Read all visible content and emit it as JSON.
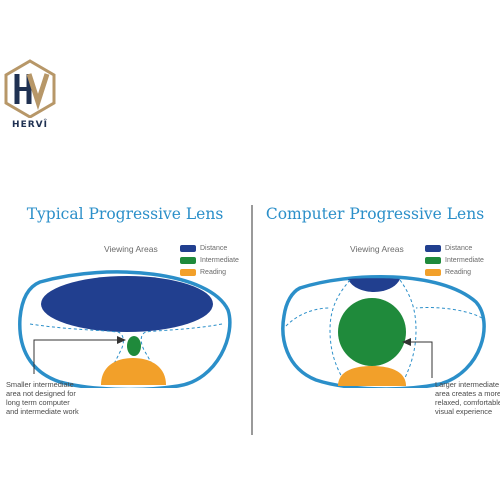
{
  "brand": {
    "name": "HERVÎ"
  },
  "colors": {
    "distance": "#213f8f",
    "intermediate": "#1f8a3b",
    "reading": "#f2a02a",
    "title": "#2b8fc9",
    "lens_outline": "#2b8fc9",
    "logo_gold": "#b79768",
    "logo_navy": "#1f3152"
  },
  "left": {
    "title": "Typical Progressive Lens",
    "viewing_areas_label": "Viewing Areas",
    "legend": [
      {
        "label": "Distance",
        "color": "#213f8f"
      },
      {
        "label": "Intermediate",
        "color": "#1f8a3b"
      },
      {
        "label": "Reading",
        "color": "#f2a02a"
      }
    ],
    "note": [
      "Smaller intermediate",
      "area not designed for",
      "long term computer",
      "and intermediate work"
    ]
  },
  "right": {
    "title": "Computer Progressive Lens",
    "viewing_areas_label": "Viewing Areas",
    "legend": [
      {
        "label": "Distance",
        "color": "#213f8f"
      },
      {
        "label": "Intermediate",
        "color": "#1f8a3b"
      },
      {
        "label": "Reading",
        "color": "#f2a02a"
      }
    ],
    "note": [
      "Larger intermediate",
      "area creates a more",
      "relaxed, comfortable",
      "visual experience"
    ]
  }
}
